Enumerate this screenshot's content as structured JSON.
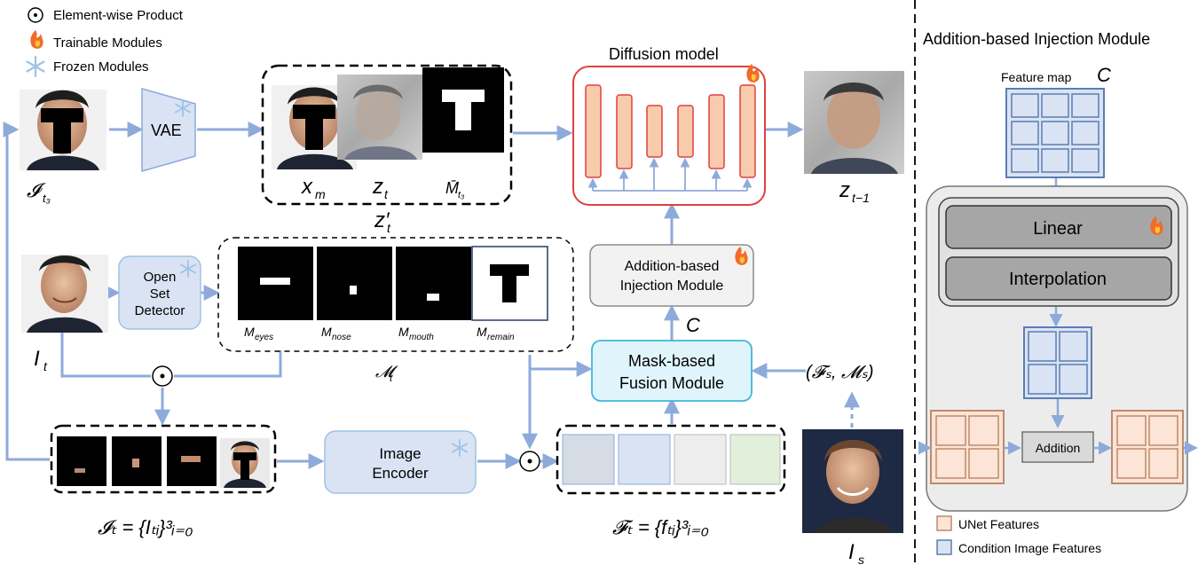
{
  "legend_top": {
    "elementwise": "Element-wise Product",
    "trainable": "Trainable Modules",
    "frozen": "Frozen Modules"
  },
  "labels": {
    "vae": "VAE",
    "diffusion_model": "Diffusion model",
    "open_set_detector": [
      "Open",
      "Set",
      "Detector"
    ],
    "addition_injection": [
      "Addition-based",
      "Injection Module"
    ],
    "mask_fusion": [
      "Mask-based",
      "Fusion Module"
    ],
    "image_encoder": [
      "Image",
      "Encoder"
    ],
    "c_symbol": "C"
  },
  "math": {
    "I_t3": "𝓘",
    "I_t3_sub": "t₃",
    "x_m": "x",
    "x_m_sub": "m",
    "z_t": "z",
    "z_t_sub": "t",
    "M_bar": "M̄",
    "M_bar_sub": "t₃",
    "z_t_prime": "z′",
    "z_t_prime_sub": "t",
    "z_t_minus_1": "z",
    "z_t_minus_1_sub": "t−1",
    "I_t": "I",
    "I_t_sub": "t",
    "M_eyes": "M",
    "M_eyes_sub": "eyes",
    "M_nose": "M",
    "M_nose_sub": "nose",
    "M_mouth": "M",
    "M_mouth_sub": "mouth",
    "M_remain": "M",
    "M_remain_sub": "remain",
    "M_t": "𝓜",
    "M_t_sub": "t",
    "Fs_Ms": "(𝓕ₛ, 𝓜ₛ)",
    "I_s": "I",
    "I_s_sub": "s",
    "cal_I_t_set": "𝓘ₜ = {Iₜᵢ}³ᵢ₌₀",
    "cal_F_t_set": "𝓕ₜ = {fₜᵢ}³ᵢ₌₀"
  },
  "side_panel": {
    "title": "Addition-based Injection Module",
    "feature_map": "Feature map",
    "feature_map_sym": "C",
    "linear": "Linear",
    "interpolation": "Interpolation",
    "addition": "Addition",
    "legend_unet": "UNet Features",
    "legend_cond": "Condition Image Features"
  },
  "colors": {
    "arrow": "#8eaadb",
    "unet_fill": "#fce4d6",
    "unet_stroke": "#c0896a",
    "cond_fill": "#dae3f3",
    "cond_stroke": "#5b7db5",
    "fusion_fill": "#dff5fb",
    "fusion_stroke": "#41b6d8",
    "diffusion_stroke": "#e04040",
    "diffusion_block": "#f8cbad",
    "frozen_blue": "#9dc3e6"
  }
}
